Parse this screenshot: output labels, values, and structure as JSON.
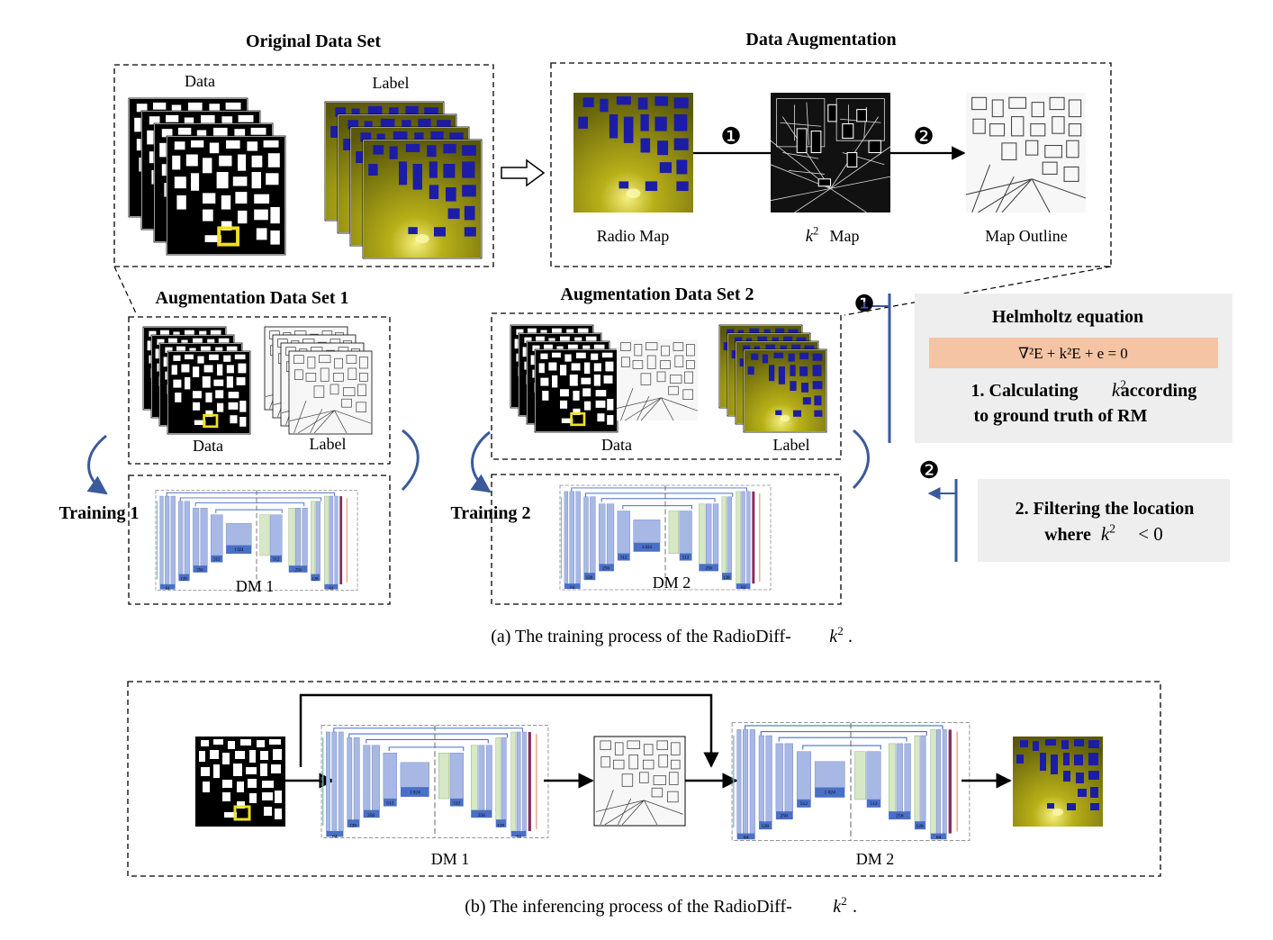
{
  "top": {
    "original_title": "Original Data Set",
    "data_label": "Data",
    "label_label": "Label",
    "augmentation_title": "Data Augmentation",
    "radio_map": "Radio Map",
    "k2_map": "Map",
    "map_outline": "Map Outline",
    "step1": "❶",
    "step2": "❷"
  },
  "aug1": {
    "title": "Augmentation Data Set 1",
    "data": "Data",
    "label": "Label"
  },
  "aug2": {
    "title": "Augmentation Data Set 2",
    "data": "Data",
    "label": "Label"
  },
  "training": {
    "t1": "Training 1",
    "t2": "Training 2",
    "dm1": "DM 1",
    "dm2": "DM 2"
  },
  "helmholtz": {
    "title": "Helmholtz equation",
    "equation": "∇²E + k²E + e = 0",
    "item1_line1": "1. Calculating",
    "item1_line1_tail": "according",
    "item1_line2": "to ground truth of RM",
    "item2_line1": "2. Filtering the  location",
    "item2_line2": "where",
    "item2_tail": "< 0"
  },
  "unet": {
    "t1024": "1 024",
    "t512": "512",
    "t256": "256",
    "t128": "128",
    "t64": "64"
  },
  "captions": {
    "a": "(a)  The training process of the RadioDiff-",
    "b": "(b)  The inferencing process of the RadioDiff-"
  },
  "inference": {
    "dm1": "DM 1",
    "dm2": "DM 2"
  },
  "colors": {
    "map_yellow": "#c9c21a",
    "map_dark": "#4a4a08",
    "building_blue": "#1c1ca6",
    "unet_block": "#a8b8e4",
    "unet_green": "#d6e8c6",
    "unet_label": "#4a6fc6",
    "equation_bg": "#f5c4a4",
    "panel_bg": "#eeeeee",
    "blue_line": "#3a5a9a"
  }
}
